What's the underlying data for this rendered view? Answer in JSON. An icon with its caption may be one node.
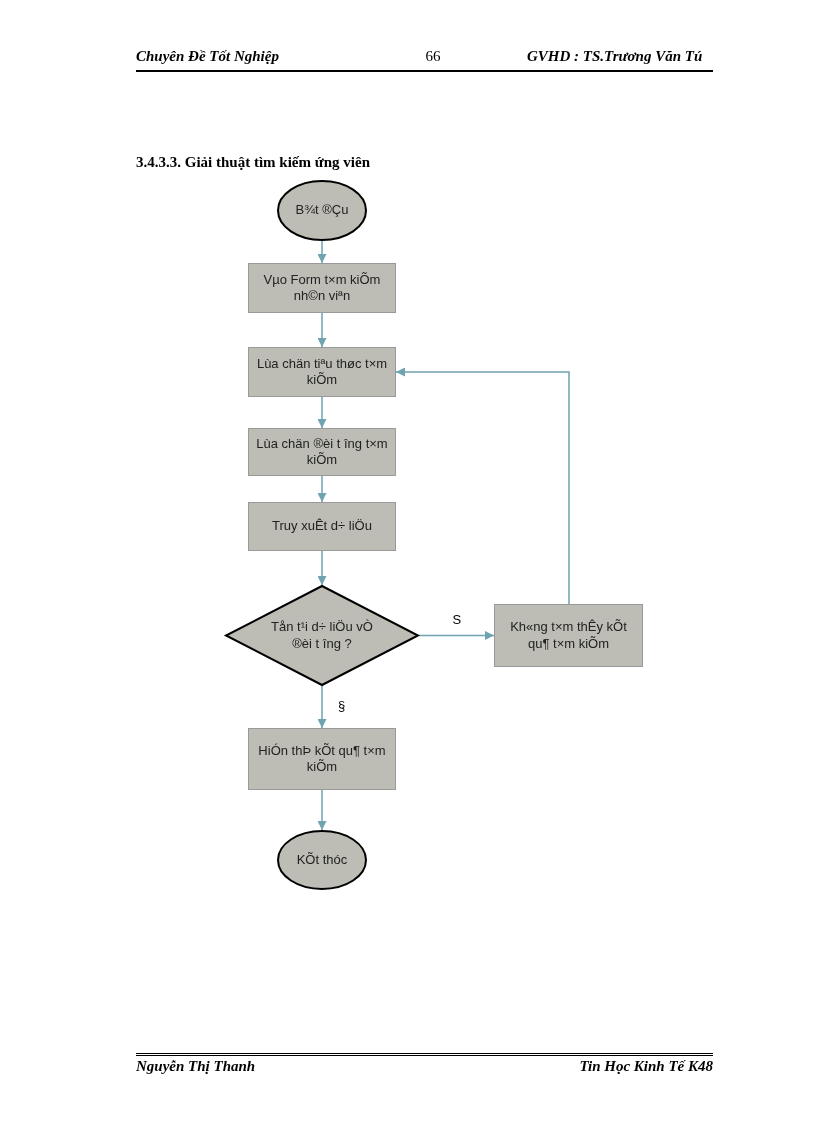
{
  "diagram": {
    "title": "3.4.3.3. Giải thuật tìm kiếm ứng viên",
    "nodes": [
      {
        "text": [
          "B¾t ®Çu"
        ]
      },
      {
        "text": [
          "Vµo Form t×m kiÕm nh©n viªn"
        ]
      },
      {
        "text": [
          "Lùa chän tiªu thøc t×m kiÕm"
        ]
      },
      {
        "text": [
          "Lùa chän ®èi t îng t×m kiÕm"
        ]
      },
      {
        "text": [
          "Truy xuÊt d÷ liÖu"
        ]
      },
      {
        "text": [
          "Tån t¹i d÷ liÖu vÒ ®èi t îng ?"
        ]
      },
      {
        "text": [
          "Kh«ng t×m thÊy kÕt qu¶ t×m kiÕm"
        ]
      },
      {
        "text": [
          "HiÓn thÞ kÕt qu¶ t×m kiÕm"
        ]
      },
      {
        "text": [
          "KÕt thóc"
        ]
      }
    ],
    "edges": [
      {
        "from": 0,
        "to": 1,
        "arrow": "to"
      },
      {
        "from": 1,
        "to": 2,
        "arrow": "to"
      },
      {
        "from": 2,
        "to": 3,
        "arrow": "to"
      },
      {
        "from": 3,
        "to": 4,
        "arrow": "to"
      },
      {
        "from": 4,
        "to": 5,
        "arrow": "to"
      },
      {
        "from": 5,
        "to": 6,
        "arrow": "to",
        "label": "S"
      },
      {
        "from": 6,
        "to": 2,
        "arrow": "to"
      },
      {
        "from": 5,
        "to": 7,
        "arrow": "to",
        "label": "§"
      },
      {
        "from": 7,
        "to": 8,
        "arrow": "to"
      }
    ],
    "labels": [
      "Chuyên Đề Tốt Nghiệp",
      "66",
      "GVHD : TS.Trương Văn Tú",
      "Nguyễn Thị Thanh",
      "Tin Học Kinh Tế K48"
    ]
  }
}
